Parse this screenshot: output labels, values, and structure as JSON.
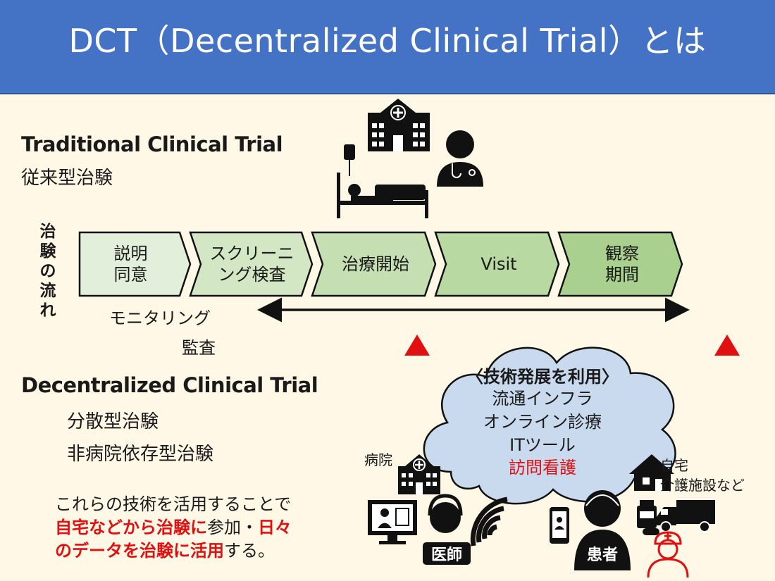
{
  "title": "DCT（Decentralized Clinical Trial）とは",
  "traditional": {
    "heading": "Traditional Clinical Trial",
    "jp": "従来型治験"
  },
  "flow_label": "治験の流れ",
  "steps": [
    {
      "label_line1": "説明",
      "label_line2": "同意"
    },
    {
      "label_line1": "スクリーニ",
      "label_line2": "ング検査"
    },
    {
      "label_line1": "治療開始",
      "label_line2": ""
    },
    {
      "label_line1": "Visit",
      "label_line2": ""
    },
    {
      "label_line1": "観察",
      "label_line2": "期間"
    }
  ],
  "monitoring": "モニタリング",
  "audit": "監査",
  "decentralized": {
    "heading": "Decentralized Clinical Trial",
    "jp1": "分散型治験",
    "jp2": "非病院依存型治験"
  },
  "cloud": {
    "title": "〈技術発展を利用〉",
    "items": [
      "流通インフラ",
      "オンライン診療",
      "ITツール"
    ],
    "highlight": "訪問看護"
  },
  "labels": {
    "hospital": "病院",
    "home": "自宅",
    "care": "介護施設など",
    "doctor": "医師",
    "patient": "患者"
  },
  "note": {
    "line1": "これらの技術を活用することで",
    "red1": "自宅などから治験に",
    "mid": "参加・",
    "red2": "日々",
    "red3": "のデータを治験に活用",
    "end": "する。"
  },
  "colors": {
    "title_bg": "#4472c4",
    "step_fill_light": "#e2efda",
    "step_fill_dark": "#a9d08e",
    "cloud_fill": "#c9d9ee",
    "triangle": "#e01010"
  }
}
